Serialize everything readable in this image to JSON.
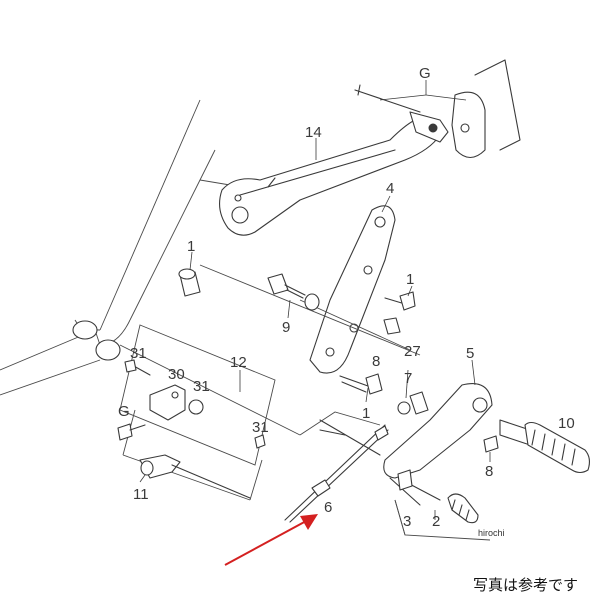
{
  "labels": {
    "g_top": "G",
    "p14": "14",
    "p4": "4",
    "p1_left": "1",
    "p1_right": "1",
    "p9": "9",
    "p27": "27",
    "p5": "5",
    "p8_top": "8",
    "p7": "7",
    "p1_mid": "1",
    "p10": "10",
    "p8_right": "8",
    "p12": "12",
    "p31_a": "31",
    "p30": "30",
    "p31_b": "31",
    "g_left": "G",
    "p31_c": "31",
    "p11": "11",
    "p6": "6",
    "p3": "3",
    "p2": "2"
  },
  "watermark": "hirochi",
  "caption": "写真は参考です",
  "colors": {
    "arrow": "#d42020",
    "line": "#3a3a3a"
  }
}
